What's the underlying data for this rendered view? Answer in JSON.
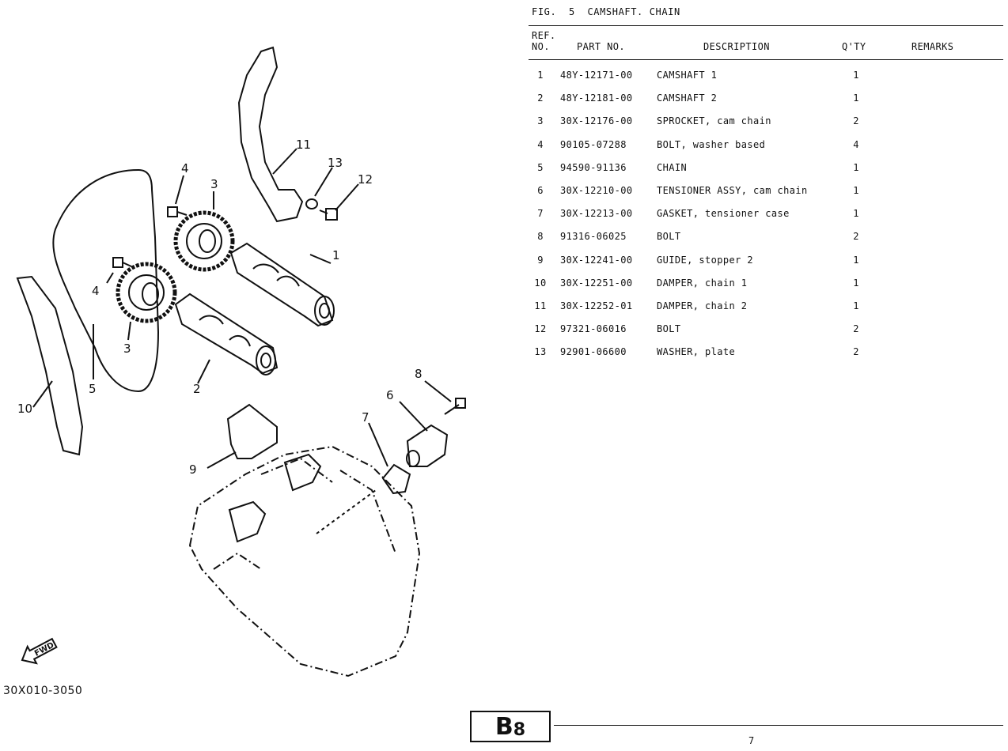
{
  "figure": {
    "label": "FIG.",
    "number": "5",
    "title": "CAMSHAFT. CHAIN"
  },
  "table": {
    "headers": {
      "ref_line1": "REF.",
      "ref_line2": "NO.",
      "part_no": "PART NO.",
      "description": "DESCRIPTION",
      "qty": "Q'TY",
      "remarks": "REMARKS"
    },
    "rows": [
      {
        "ref": "1",
        "part_no": "48Y-12171-00",
        "description": "CAMSHAFT 1",
        "qty": "1",
        "remarks": ""
      },
      {
        "ref": "2",
        "part_no": "48Y-12181-00",
        "description": "CAMSHAFT 2",
        "qty": "1",
        "remarks": ""
      },
      {
        "ref": "3",
        "part_no": "30X-12176-00",
        "description": "SPROCKET, cam chain",
        "qty": "2",
        "remarks": ""
      },
      {
        "ref": "4",
        "part_no": "90105-07288",
        "description": "BOLT, washer based",
        "qty": "4",
        "remarks": ""
      },
      {
        "ref": "5",
        "part_no": "94590-91136",
        "description": "CHAIN",
        "qty": "1",
        "remarks": ""
      },
      {
        "ref": "6",
        "part_no": "30X-12210-00",
        "description": "TENSIONER ASSY, cam chain",
        "qty": "1",
        "remarks": ""
      },
      {
        "ref": "7",
        "part_no": "30X-12213-00",
        "description": "GASKET, tensioner case",
        "qty": "1",
        "remarks": ""
      },
      {
        "ref": "8",
        "part_no": "91316-06025",
        "description": "BOLT",
        "qty": "2",
        "remarks": ""
      },
      {
        "ref": "9",
        "part_no": "30X-12241-00",
        "description": "GUIDE, stopper 2",
        "qty": "1",
        "remarks": ""
      },
      {
        "ref": "10",
        "part_no": "30X-12251-00",
        "description": "DAMPER, chain 1",
        "qty": "1",
        "remarks": ""
      },
      {
        "ref": "11",
        "part_no": "30X-12252-01",
        "description": "DAMPER, chain 2",
        "qty": "1",
        "remarks": ""
      },
      {
        "ref": "12",
        "part_no": "97321-06016",
        "description": "BOLT",
        "qty": "2",
        "remarks": ""
      },
      {
        "ref": "13",
        "part_no": "92901-06600",
        "description": "WASHER, plate",
        "qty": "2",
        "remarks": ""
      }
    ]
  },
  "diagram": {
    "code": "30X010-3050",
    "fwd_label": "FWD",
    "callouts": [
      "1",
      "2",
      "3",
      "3",
      "4",
      "4",
      "5",
      "6",
      "7",
      "8",
      "9",
      "10",
      "11",
      "12",
      "13"
    ]
  },
  "footer": {
    "page_code_main": "B",
    "page_code_sub": "8",
    "page_number": "7"
  }
}
